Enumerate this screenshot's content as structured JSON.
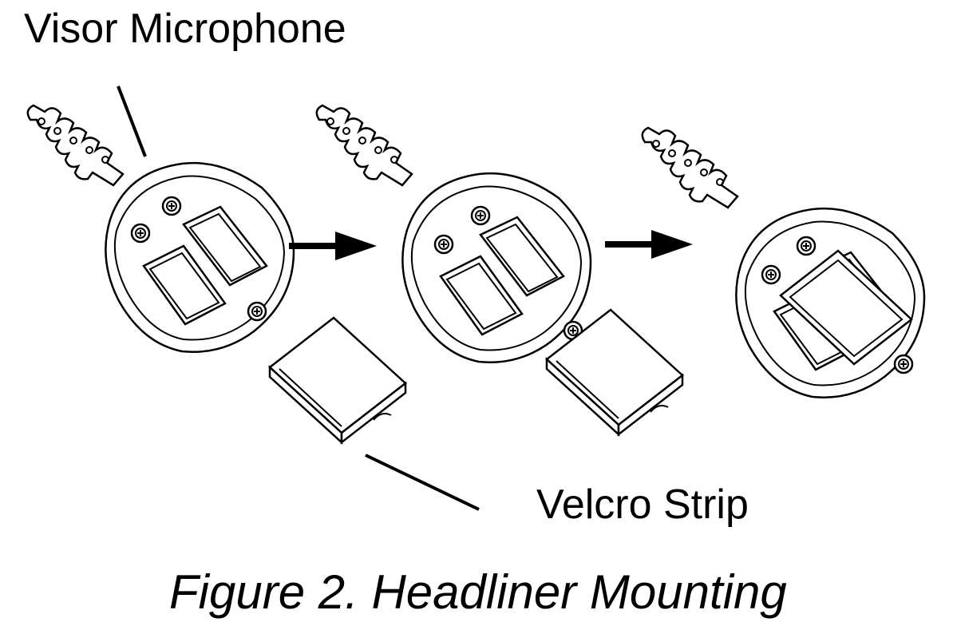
{
  "labels": {
    "visor_microphone": "Visor Microphone",
    "velcro_strip": "Velcro Strip"
  },
  "caption": "Figure 2. Headliner Mounting",
  "steps": [
    {
      "name": "microphone-with-separate-strip"
    },
    {
      "name": "strip-sliding-in"
    },
    {
      "name": "strip-mounted"
    }
  ],
  "icons": [
    "right-arrow-icon",
    "right-arrow-icon"
  ],
  "colors": {
    "ink": "#000000",
    "background": "#ffffff"
  }
}
